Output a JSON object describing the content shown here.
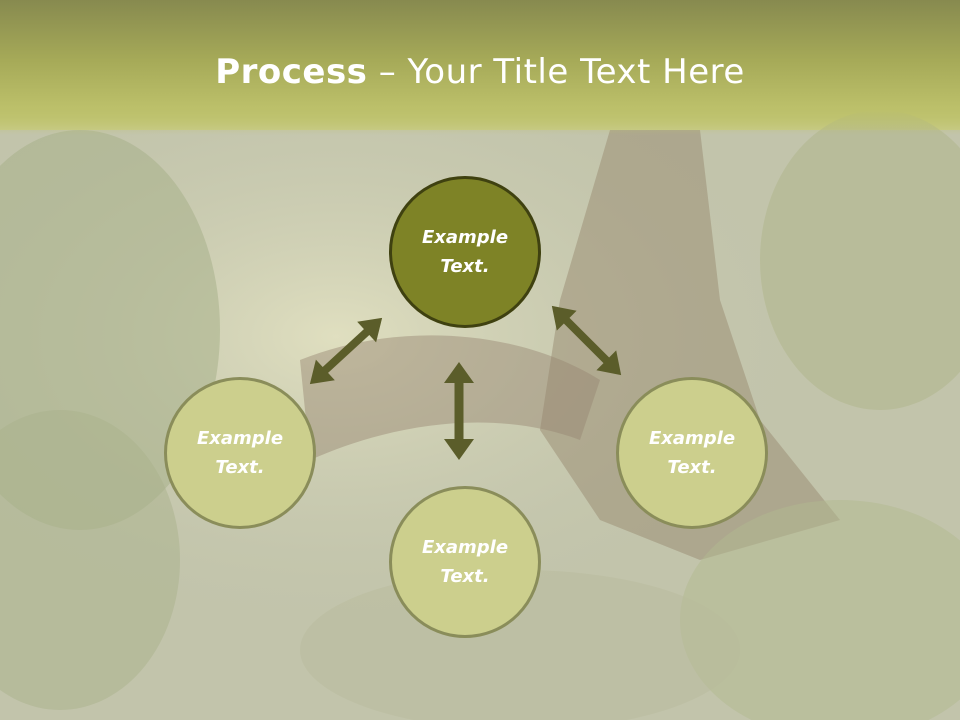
{
  "slide": {
    "title_strong": "Process",
    "title_rest": " – Your Title Text Here"
  },
  "nodes": {
    "top": {
      "line1": "Example",
      "line2": "Text."
    },
    "left": {
      "line1": "Example",
      "line2": "Text."
    },
    "right": {
      "line1": "Example",
      "line2": "Text."
    },
    "bottom": {
      "line1": "Example",
      "line2": "Text."
    }
  },
  "colors": {
    "node_dark": "#7e8326",
    "node_light": "#cccf8d",
    "arrow": "#5b5d2a",
    "title_band": "#a6aa58"
  }
}
